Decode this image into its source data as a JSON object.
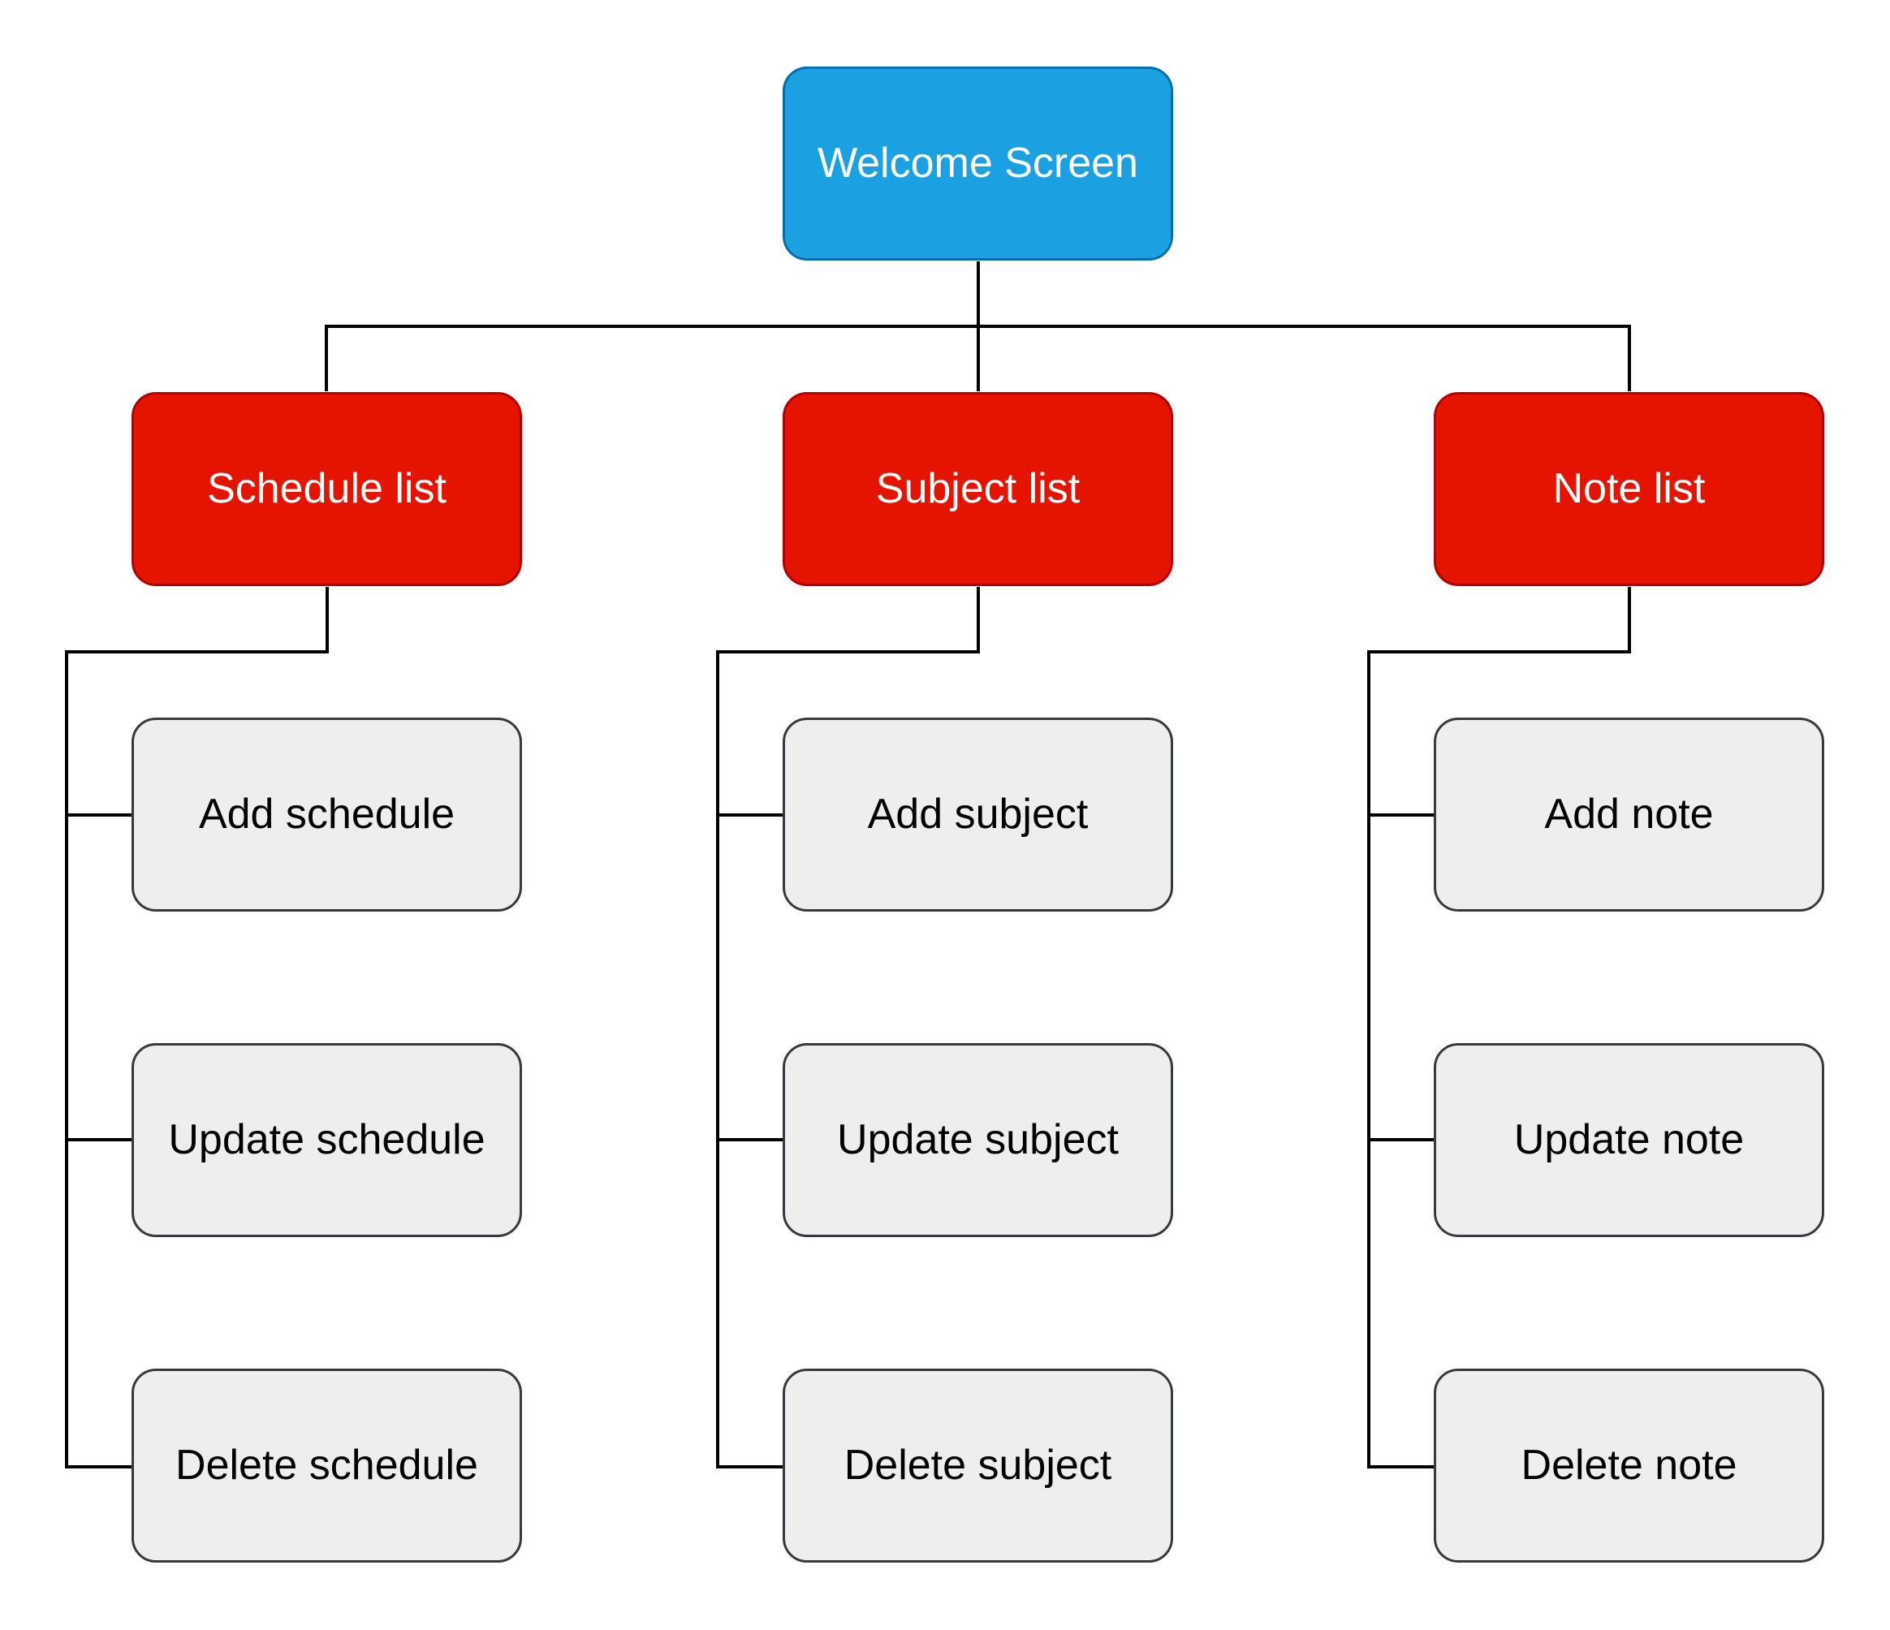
{
  "diagram": {
    "root": {
      "label": "Welcome Screen",
      "fill": "#1ba1e2",
      "stroke": "#006eaf",
      "text_color": "#ffffff"
    },
    "category_style": {
      "fill": "#e51400",
      "stroke": "#b20000",
      "text_color": "#ffffff"
    },
    "action_style": {
      "fill": "#eeeeee",
      "stroke": "#36393d",
      "text_color": "#000000"
    },
    "connector_color": "#000000",
    "categories": [
      {
        "label": "Schedule list",
        "actions": [
          "Add schedule",
          "Update schedule",
          "Delete schedule"
        ]
      },
      {
        "label": "Subject list",
        "actions": [
          "Add subject",
          "Update subject",
          "Delete subject"
        ]
      },
      {
        "label": "Note list",
        "actions": [
          "Add note",
          "Update note",
          "Delete note"
        ]
      }
    ]
  }
}
